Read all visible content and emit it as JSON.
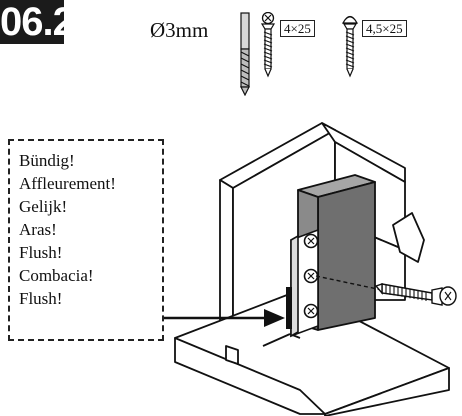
{
  "step": {
    "number": "06.2"
  },
  "hardware": {
    "drill_label": "Ø3mm",
    "screw_a_label": "4×25",
    "screw_b_label": "4,5×25",
    "drill_icon": "drill-bit-icon",
    "screw_a_icon": "phillips-screw-icon",
    "screw_b_icon": "countersunk-screw-icon"
  },
  "callout": {
    "lines": [
      "Bündig!",
      "Affleurement!",
      "Gelijk!",
      "Aras!",
      "Flush!",
      "Combacia!",
      "Flush!"
    ]
  },
  "colors": {
    "badge": "#1b1b1b",
    "dark_part": "#7d7d7d",
    "outline": "#111111"
  }
}
